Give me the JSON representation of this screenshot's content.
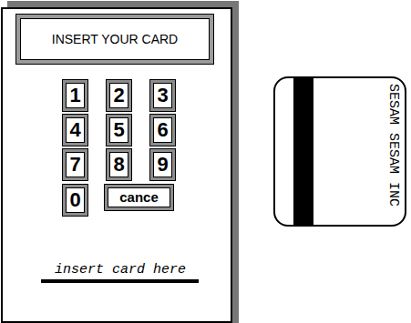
{
  "diagram": {
    "nodes": [
      {
        "text": [
          "insert card here"
        ]
      },
      {
        "text": [
          "INSERT YOUR CARD"
        ],
        "in": 0
      },
      {
        "text": [
          "1"
        ],
        "in": 0
      },
      {
        "text": [
          "2"
        ],
        "in": 0
      },
      {
        "text": [
          "3"
        ],
        "in": 0
      },
      {
        "text": [
          "4"
        ],
        "in": 0
      },
      {
        "text": [
          "5"
        ],
        "in": 0
      },
      {
        "text": [
          "6"
        ],
        "in": 0
      },
      {
        "text": [
          "7"
        ],
        "in": 0
      },
      {
        "text": [
          "8"
        ],
        "in": 0
      },
      {
        "text": [
          "9"
        ],
        "in": 0
      },
      {
        "text": [
          "0"
        ],
        "in": 0
      },
      {
        "text": [
          "cance"
        ],
        "in": 0
      },
      {
        "text": [
          "SESAM SESAM INC"
        ]
      }
    ]
  }
}
